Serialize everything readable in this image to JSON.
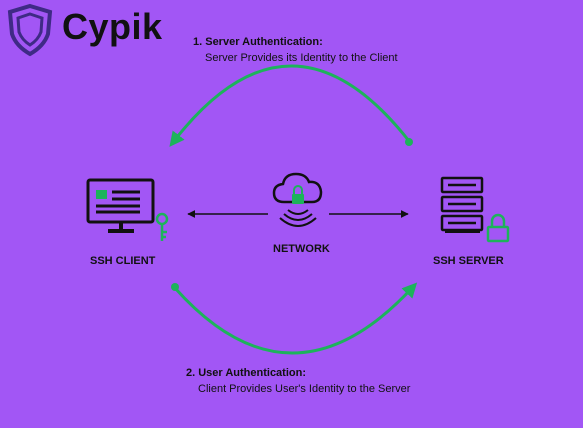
{
  "brand": {
    "name": "Cypik",
    "logo_icon": "shield-icon"
  },
  "steps": [
    {
      "title": "1. Server Authentication:",
      "description": "Server Provides its Identity to the Client"
    },
    {
      "title": "2. User Authentication:",
      "description": "Client Provides User's Identity to the Server"
    }
  ],
  "nodes": {
    "client": {
      "label": "SSH CLIENT",
      "icon": "computer-monitor-icon",
      "badge_icon": "key-icon"
    },
    "network": {
      "label": "NETWORK",
      "icon": "cloud-lock-icon"
    },
    "server": {
      "label": "SSH SERVER",
      "icon": "server-rack-icon",
      "badge_icon": "padlock-icon"
    }
  },
  "colors": {
    "background": "#a256f5",
    "accent": "#1db35b",
    "ink": "#111111"
  }
}
